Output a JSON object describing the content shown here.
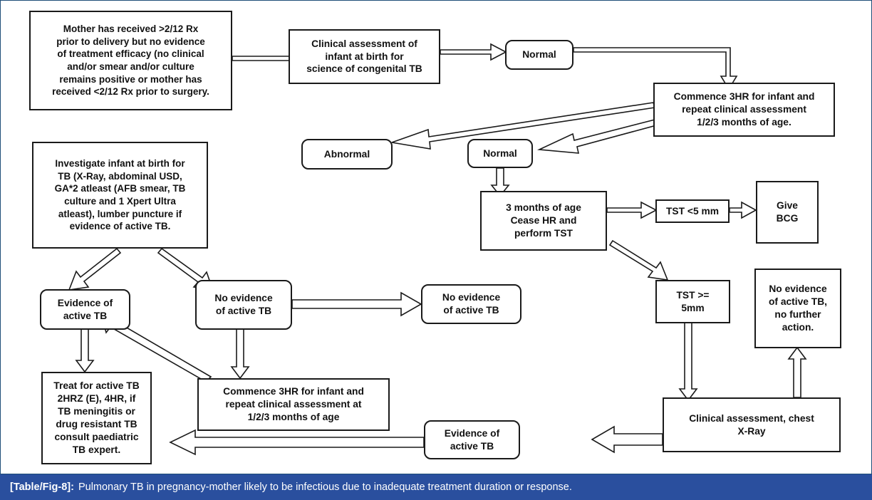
{
  "figure": {
    "caption_label": "[Table/Fig-8]:",
    "caption_text": "Pulmonary TB in pregnancy-mother likely to be infectious due to inadequate treatment duration or response.",
    "caption_bg": "#2a4f9e",
    "caption_fg": "#ffffff",
    "frame_border_color": "#1f4e79",
    "node_border_color": "#1a1a1a",
    "node_fill": "#ffffff"
  },
  "chart_data": {
    "type": "diagram",
    "title": "Pulmonary TB in pregnancy-mother likely to be infectious due to inadequate treatment duration or response.",
    "nodes": [
      {
        "id": "n1",
        "label": "Mother has received >2/12 Rx prior to delivery but no evidence of treatment efficacy (no clinical and/or smear and/or culture remains positive or mother has received <2/12 Rx prior to surgery.",
        "shape": "rect"
      },
      {
        "id": "n2",
        "label": "Clinical assessment of infant at birth for science of congenital TB",
        "shape": "rect"
      },
      {
        "id": "n3",
        "label": "Normal",
        "shape": "rounded"
      },
      {
        "id": "n4",
        "label": "Commence 3HR for infant and repeat clinical assessment 1/2/3 months of age.",
        "shape": "rect"
      },
      {
        "id": "n5",
        "label": "Abnormal",
        "shape": "rounded"
      },
      {
        "id": "n6",
        "label": "Normal",
        "shape": "rounded"
      },
      {
        "id": "n7",
        "label": "Investigate infant at birth for TB (X-Ray, abdominal USD, GA*2 atleast (AFB smear, TB culture and 1 Xpert Ultra atleast), lumber puncture if evidence of active TB.",
        "shape": "rect"
      },
      {
        "id": "n8",
        "label": "3 months of age Cease HR and perform TST",
        "shape": "rect"
      },
      {
        "id": "n9",
        "label": "TST <5 mm",
        "shape": "rect"
      },
      {
        "id": "n10",
        "label": "Give BCG",
        "shape": "rect"
      },
      {
        "id": "n11",
        "label": "Evidence of active TB",
        "shape": "rounded"
      },
      {
        "id": "n12",
        "label": "No evidence of active TB",
        "shape": "rounded"
      },
      {
        "id": "n13",
        "label": "No evidence of active TB",
        "shape": "rounded"
      },
      {
        "id": "n14",
        "label": "TST >= 5mm",
        "shape": "rect"
      },
      {
        "id": "n15",
        "label": "No evidence of active TB, no further action.",
        "shape": "rect"
      },
      {
        "id": "n16",
        "label": "Treat for active TB 2HRZ (E), 4HR, if TB meningitis or drug resistant TB consult paediatric TB expert.",
        "shape": "rect"
      },
      {
        "id": "n17",
        "label": "Commence 3HR for infant and repeat clinical assessment at 1/2/3 months of age",
        "shape": "rect"
      },
      {
        "id": "n18",
        "label": "Evidence of active TB",
        "shape": "rounded"
      },
      {
        "id": "n19",
        "label": "Clinical assessment, chest X-Ray",
        "shape": "rect"
      }
    ],
    "edges": [
      {
        "from": "n1",
        "to": "n2"
      },
      {
        "from": "n2",
        "to": "n3"
      },
      {
        "from": "n3",
        "to": "n4"
      },
      {
        "from": "n4",
        "to": "n5"
      },
      {
        "from": "n4",
        "to": "n6"
      },
      {
        "from": "n6",
        "to": "n8"
      },
      {
        "from": "n8",
        "to": "n9"
      },
      {
        "from": "n9",
        "to": "n10"
      },
      {
        "from": "n8",
        "to": "n14"
      },
      {
        "from": "n7",
        "to": "n11"
      },
      {
        "from": "n7",
        "to": "n12"
      },
      {
        "from": "n12",
        "to": "n13"
      },
      {
        "from": "n11",
        "to": "n16"
      },
      {
        "from": "n12",
        "to": "n17"
      },
      {
        "from": "n17",
        "to": "n11"
      },
      {
        "from": "n14",
        "to": "n19"
      },
      {
        "from": "n19",
        "to": "n15"
      },
      {
        "from": "n19",
        "to": "n18"
      },
      {
        "from": "n18",
        "to": "n16"
      }
    ]
  },
  "nodes": {
    "n1": {
      "line1": "Mother has received >2/12 Rx",
      "line2": "prior to delivery but no evidence",
      "line3": "of treatment efficacy (no clinical",
      "line4": "and/or smear and/or culture",
      "line5": "remains positive or mother has",
      "line6": "received <2/12 Rx prior to surgery."
    },
    "n2": {
      "line1": "Clinical assessment of",
      "line2": "infant at birth for",
      "line3": "science of congenital TB"
    },
    "n3": {
      "line1": "Normal"
    },
    "n4": {
      "line1": "Commence 3HR for infant and",
      "line2": "repeat clinical assessment",
      "line3": "1/2/3 months of age."
    },
    "n5": {
      "line1": "Abnormal"
    },
    "n6": {
      "line1": "Normal"
    },
    "n7": {
      "line1": "Investigate infant at birth for",
      "line2": "TB (X-Ray, abdominal USD,",
      "line3": "GA*2 atleast (AFB smear, TB",
      "line4": "culture and 1 Xpert Ultra",
      "line5": "atleast), lumber puncture if",
      "line6": "evidence of active TB."
    },
    "n8": {
      "line1": "3 months of age",
      "line2": "Cease HR and",
      "line3": "perform TST"
    },
    "n9": {
      "line1": "TST <5 mm"
    },
    "n10": {
      "line1": "Give",
      "line2": "BCG"
    },
    "n11": {
      "line1": "Evidence of",
      "line2": "active TB"
    },
    "n12": {
      "line1": "No evidence",
      "line2": "of active TB"
    },
    "n13": {
      "line1": "No evidence",
      "line2": "of active TB"
    },
    "n14": {
      "line1": "TST >=",
      "line2": "5mm"
    },
    "n15": {
      "line1": "No evidence",
      "line2": "of active TB,",
      "line3": "no further",
      "line4": "action."
    },
    "n16": {
      "line1": "Treat for active TB",
      "line2": "2HRZ (E), 4HR, if",
      "line3": "TB meningitis or",
      "line4": "drug resistant TB",
      "line5": "consult paediatric",
      "line6": "TB expert."
    },
    "n17": {
      "line1": "Commence 3HR for infant and",
      "line2": "repeat clinical assessment at",
      "line3": "1/2/3 months of age"
    },
    "n18": {
      "line1": "Evidence of",
      "line2": "active TB"
    },
    "n19": {
      "line1": "Clinical assessment, chest",
      "line2": "X-Ray"
    }
  }
}
